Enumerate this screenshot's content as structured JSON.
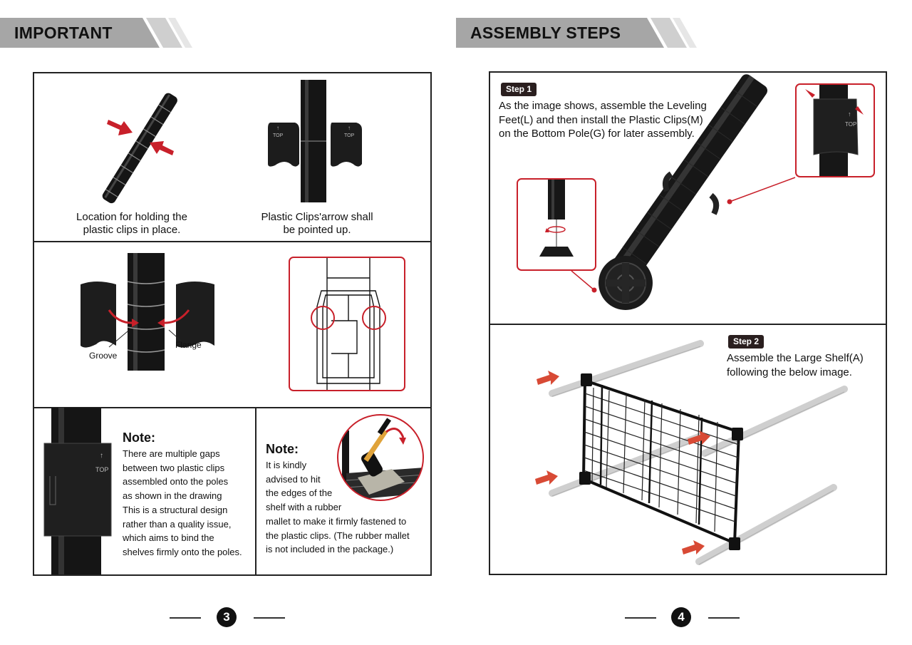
{
  "left_page": {
    "banner_title": "IMPORTANT",
    "caption_clips_location": [
      "Location for holding the",
      "plastic clips in place."
    ],
    "caption_arrow_up": [
      "Plastic Clips'arrow shall",
      "be pointed up."
    ],
    "label_groove": "Groove",
    "label_flange": "Flange",
    "clip_mark": "TOP",
    "note1": {
      "title": "Note:",
      "lines": [
        "There are multiple gaps",
        "between two plastic clips",
        "assembled onto the poles",
        "as shown in the drawing",
        "This is a structural design",
        "rather than a quality issue,",
        "which aims to bind the",
        "shelves firmly onto the poles."
      ]
    },
    "note2": {
      "title": "Note:",
      "lines": [
        "It is kindly",
        "advised to hit",
        "the edges of the",
        "shelf with a rubber",
        "mallet to make it firmly fastened to",
        "the plastic clips. (The rubber mallet",
        "is not included in the package.)"
      ]
    },
    "page_number": "3"
  },
  "right_page": {
    "banner_title": "ASSEMBLY STEPS",
    "step1": {
      "badge": "Step 1",
      "lines": [
        "As the image shows, assemble the Leveling",
        "Feet(L) and then install the Plastic Clips(M)",
        "on the Bottom Pole(G) for later assembly."
      ]
    },
    "step2": {
      "badge": "Step 2",
      "lines": [
        "Assemble the Large Shelf(A)",
        "following the below image."
      ]
    },
    "page_number": "4"
  },
  "colors": {
    "accent_red": "#c8202a",
    "pole_black": "#151515",
    "banner_gray": "#a9a9a9"
  }
}
